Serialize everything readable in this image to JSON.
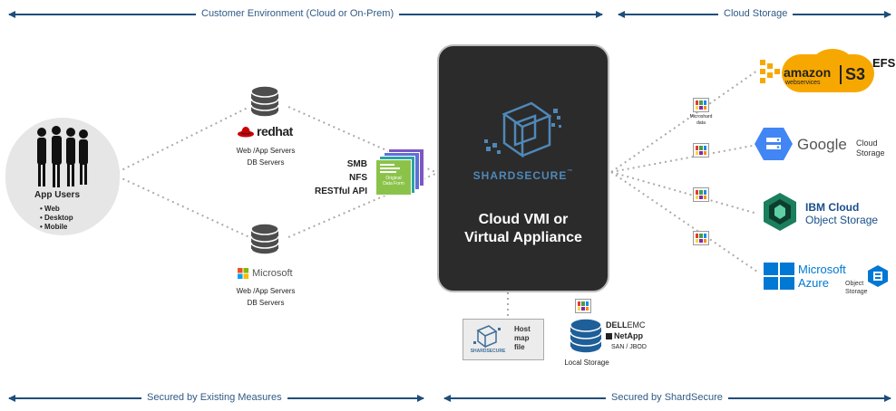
{
  "banners": {
    "customer_environment": "Customer Environment (Cloud or On-Prem)",
    "cloud_storage": "Cloud Storage",
    "secured_existing": "Secured by Existing Measures",
    "secured_shardsecure": "Secured by ShardSecure"
  },
  "app_users": {
    "title": "App Users",
    "items": [
      "Web",
      "Desktop",
      "Mobile"
    ]
  },
  "servers_top": {
    "brand": "redhat",
    "line1": "Web /App Servers",
    "line2": "DB Servers"
  },
  "servers_bottom": {
    "brand": "Microsoft",
    "line1": "Web /App Servers",
    "line2": "DB Servers"
  },
  "protocols": {
    "smb": "SMB",
    "nfs": "NFS",
    "restful": "RESTful API",
    "doc_label_1": "Original",
    "doc_label_2": "Data Form"
  },
  "appliance": {
    "brand": "SHARDSECURE",
    "tm": "™",
    "title_line1": "Cloud VMI or",
    "title_line2": "Virtual Appliance"
  },
  "host_map": {
    "brand": "SHARDSECURE",
    "line1": "Host",
    "line2": "map",
    "line3": "file"
  },
  "local_storage": {
    "label": "Local Storage",
    "vendor1a": "DELL",
    "vendor1b": "EMC",
    "vendor2": "NetApp",
    "type": "SAN / JBOD"
  },
  "microshard": {
    "label_line1": "Microshard",
    "label_line2": "data"
  },
  "cloud_targets": {
    "aws_brand": "amazon",
    "aws_sub": "webservices",
    "aws_s3": "S3",
    "aws_efs": "EFS",
    "google": "Google",
    "google_sub1": "Cloud",
    "google_sub2": "Storage",
    "ibm_line1": "IBM Cloud",
    "ibm_line2": "Object Storage",
    "azure_line1": "Microsoft",
    "azure_line2": "Azure",
    "azure_sub1": "Object",
    "azure_sub2": "Storage"
  },
  "colors": {
    "banner": "#1f4e79",
    "appliance_bg": "#2b2b2b",
    "shard_blue": "#4f88b8",
    "redhat": "#cc0000",
    "aws_orange": "#f7a800",
    "google_blue": "#4285f4",
    "azure_blue": "#0078d4",
    "ibm_green": "#1b7f5c"
  }
}
